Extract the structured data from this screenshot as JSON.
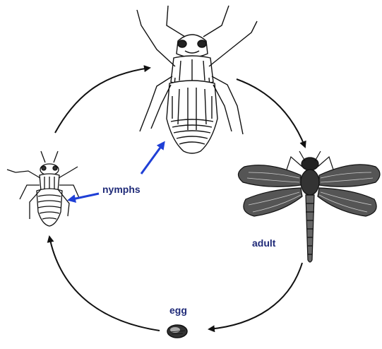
{
  "colors": {
    "label": "#1f2a78",
    "pointer": "#1f3fd6",
    "line": "#111111",
    "background": "#ffffff"
  },
  "labels": {
    "nymphs": "nymphs",
    "adult": "adult",
    "egg": "egg"
  },
  "stages": [
    {
      "name": "egg",
      "icon": "egg-icon"
    },
    {
      "name": "small-nymph",
      "icon": "small-nymph-icon"
    },
    {
      "name": "large-nymph",
      "icon": "large-nymph-icon"
    },
    {
      "name": "adult",
      "icon": "dragonfly-icon"
    }
  ]
}
